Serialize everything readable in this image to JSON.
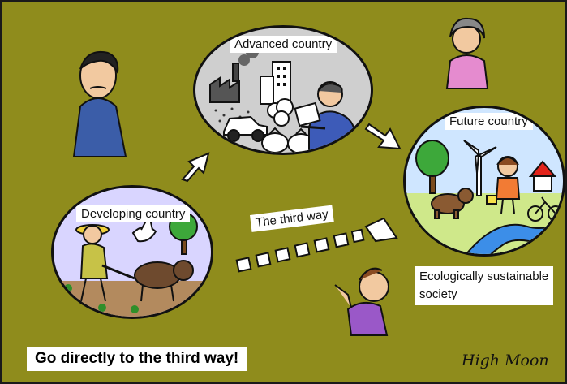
{
  "labels": {
    "advanced": "Advanced country",
    "future": "Future country",
    "developing": "Developing country",
    "third_way": "The third way",
    "eco_line1": "Ecologically sustainable",
    "eco_line2": "society"
  },
  "caption": "Go directly to the third way!",
  "signature": "High Moon",
  "colors": {
    "background": "#8f8c1c",
    "advanced_bubble": "#cfcfcf",
    "future_bubble": "#cfe6ff",
    "developing_bubble": "#d9d5ff"
  }
}
